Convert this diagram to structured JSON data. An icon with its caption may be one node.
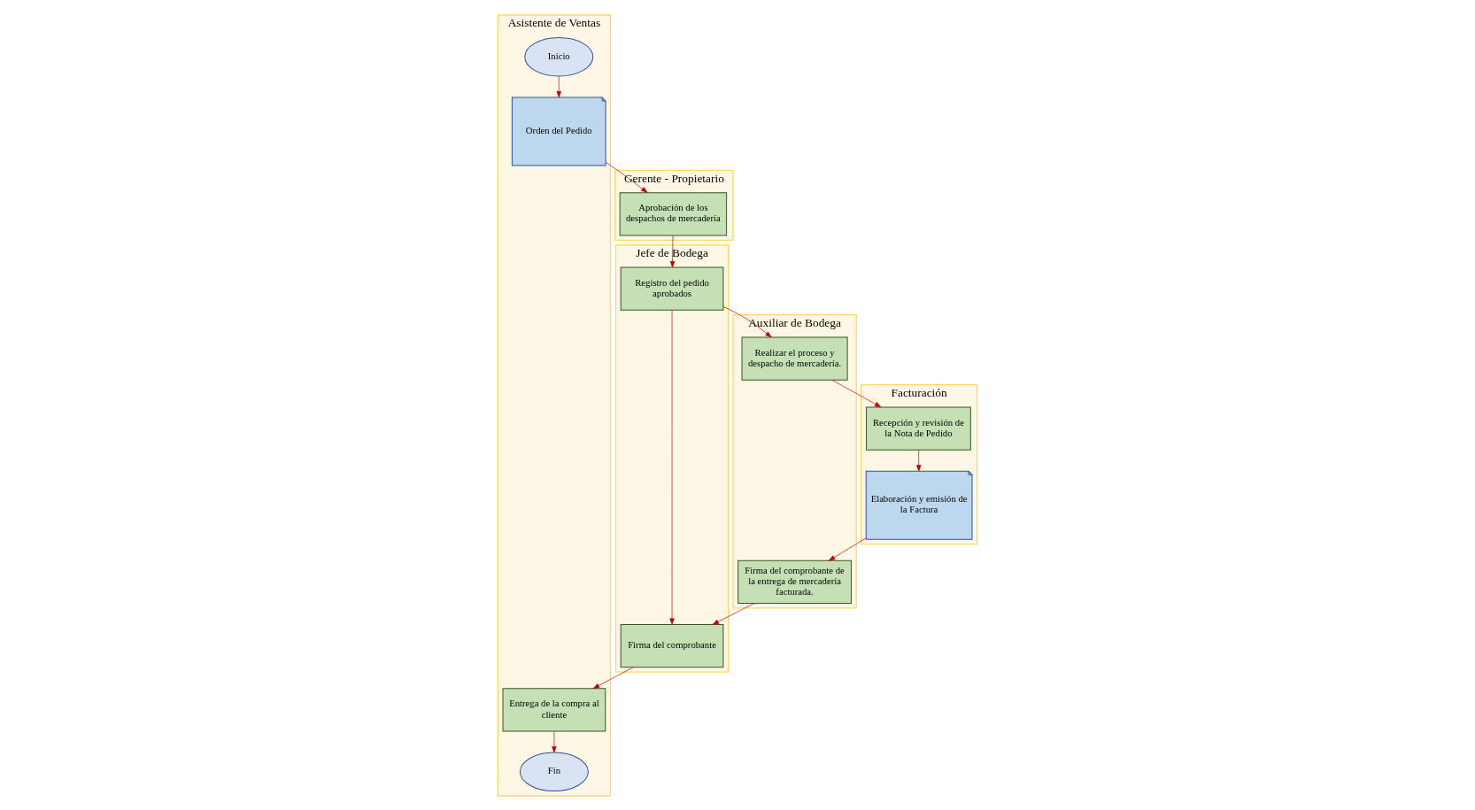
{
  "diagram": {
    "nodes": [
      {
        "text": [
          "Asistente de Ventas"
        ]
      },
      {
        "text": [
          "Gerente - Propietario"
        ]
      },
      {
        "text": [
          "Jefe de Bodega"
        ]
      },
      {
        "text": [
          "Auxiliar de Bodega"
        ]
      },
      {
        "text": [
          "Facturación"
        ]
      },
      {
        "text": [
          "Inicio"
        ],
        "in": 0
      },
      {
        "text": [
          "Orden del Pedido"
        ],
        "in": 0
      },
      {
        "text": [
          "Aprobación de los despachos de mercadería"
        ],
        "in": 1
      },
      {
        "text": [
          "Registro del pedido aprobados"
        ],
        "in": 2
      },
      {
        "text": [
          "Firma del comprobante"
        ],
        "in": 2
      },
      {
        "text": [
          "Realizar el proceso y despacho de mercadería."
        ],
        "in": 3
      },
      {
        "text": [
          "Firma del comprobante de la entrega de mercadería facturada."
        ],
        "in": 3
      },
      {
        "text": [
          "Recepción y revisión de la Nota de Pedido"
        ],
        "in": 4
      },
      {
        "text": [
          "Elaboración y emisión de la Factura"
        ],
        "in": 4
      },
      {
        "text": [
          "Entrega de la compra al cliente"
        ],
        "in": 0
      },
      {
        "text": [
          "Fin"
        ],
        "in": 0
      }
    ],
    "edges": [
      {
        "from": 5,
        "to": 6,
        "arrow": "to"
      },
      {
        "from": 6,
        "to": 7,
        "arrow": "to"
      },
      {
        "from": 7,
        "to": 8,
        "arrow": "to"
      },
      {
        "from": 8,
        "to": 10,
        "arrow": "to"
      },
      {
        "from": 10,
        "to": 12,
        "arrow": "to"
      },
      {
        "from": 8,
        "to": 9,
        "arrow": "to"
      },
      {
        "from": 12,
        "to": 13,
        "arrow": "to"
      },
      {
        "from": 13,
        "to": 11,
        "arrow": "to"
      },
      {
        "from": 11,
        "to": 9,
        "arrow": "to"
      },
      {
        "from": 9,
        "to": 14,
        "arrow": "to"
      },
      {
        "from": 14,
        "to": 15,
        "arrow": "to"
      }
    ]
  }
}
